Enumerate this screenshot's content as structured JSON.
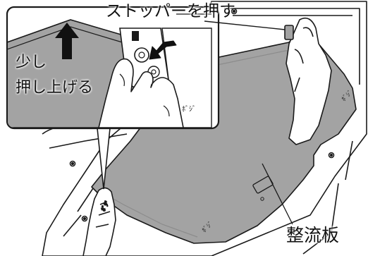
{
  "callout": {
    "stopper_label": "ストッパーを押す",
    "lift_label_line1": "少し",
    "lift_label_line2": "押し上げる"
  },
  "part_label": "整流板",
  "colors": {
    "panel_fill": "#a3a3a3",
    "panel_dark": "#8c8c8c",
    "outline": "#1a1a1a",
    "glove_white": "#ffffff"
  }
}
